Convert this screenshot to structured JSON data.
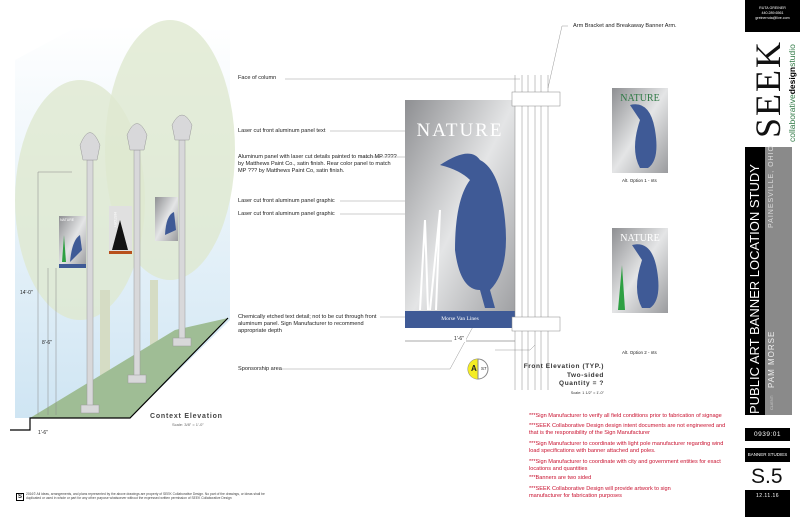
{
  "context": {
    "title": "Context Elevation",
    "scale": "Scale: 3/8\" = 1'-0\"",
    "dim_total": "14'-0\"",
    "dim_banner": "8'-6\"",
    "dim_curb": "1'-6\"",
    "banner_history": "HISTORY",
    "banner_nature": "NATURE"
  },
  "callouts": {
    "face_of_column": "Face of column",
    "panel_text": "Laser cut front aluminum panel text",
    "aluminum_panel": "Aluminum panel with laser cut details painted to match MP ???? by Matthews Paint Co., satin finish.  Rear color panel to match MP ??? by Matthews Paint Co, satin finish.",
    "panel_graphic_1": "Laser cut front aluminum panel graphic",
    "panel_graphic_2": "Laser cut front aluminum panel graphic",
    "etched_text": "Chemically etched text detail; not to be cut through front aluminum panel. Sign Manufacturer to recommend appropriate depth",
    "sponsorship": "Sponsorship area",
    "arm_bracket": "Arm Bracket and Breakaway Banner Arm."
  },
  "banner": {
    "title": "NATURE",
    "sponsor": "Morse Van Lines",
    "width_dim": "1'-6\"",
    "colors": {
      "blue": "#3f5a96",
      "green": "#2ea043",
      "silver": "#b8b9bb"
    }
  },
  "front_elevation": {
    "marker_letter": "A",
    "marker_sheet": "S7",
    "title": "Front Elevation (TYP.)",
    "line2": "Two-sided",
    "line3": "Quantity = ?",
    "scale": "Scale: 1 1/2\" = 1'-0\""
  },
  "alternates": [
    {
      "title": "NATURE",
      "caption": "Alt. Option 1 - nts"
    },
    {
      "title": "NATURE",
      "caption": "Alt. Option 2 - nts"
    }
  ],
  "notes": [
    "***Sign Manufacturer to verify all field conditions prior to fabrication of signage",
    "***SEEK Collaborative Design design intent documents are not engineered and that is the responsibility of the Sign Manufacturer",
    "***Sign Manufacturer to coordinate with light pole manufacturer regarding wind load specifications with banner attached and poles.",
    "***Sign Manufacturer to coordinate with city and government entities for exact locations and quantities",
    "***Banners are two sided",
    "***SEEK Collaborative Design will provide artwork to sign manufacturer for fabrication purposes"
  ],
  "copyright": "2016© All ideas, arrangements, and plans represented by the above drawings are property of SEEK Collaborative Design. No part of the drawings, or ideas shall be duplicated or used in whole or part for any other purpose whatsoever without the expressed written permission of SEEK Collaborative Design",
  "copyright_mark": "S",
  "title_block": {
    "contact_name": "RUTA GREINER",
    "contact_phone": "440.289.6561",
    "contact_email": "greinerruta@live.com",
    "logo": "SEEK",
    "logo_sub_1": "collaborative",
    "logo_sub_2": "design",
    "logo_sub_3": "studio",
    "project": "PUBLIC ART BANNER LOCATION STUDY",
    "location": "PAINESVILLE, OHIO",
    "client_label": "CLIENT:",
    "client": "PAM MORSE",
    "job_number": "0939:01",
    "sheet_title": "BANNER STUDIES",
    "sheet_number": "S.5",
    "date": "12.11.16"
  }
}
